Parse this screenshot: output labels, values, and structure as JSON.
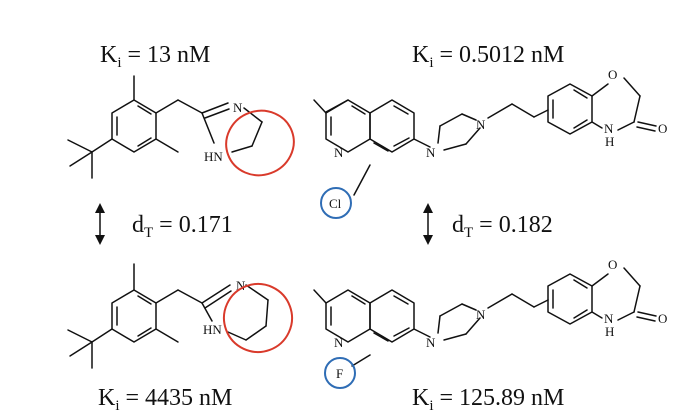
{
  "top_left_ki": {
    "symbol": "K",
    "sub": "i",
    "rest": " = 13 nM"
  },
  "bottom_left_ki": {
    "symbol": "K",
    "sub": "i",
    "rest": " = 4435 nM"
  },
  "top_right_ki": {
    "symbol": "K",
    "sub": "i",
    "rest": " = 0.5012 nM"
  },
  "bottom_right_ki": {
    "symbol": "K",
    "sub": "i",
    "rest": " = 125.89 nM"
  },
  "left_dt": {
    "symbol": "d",
    "sub": "T",
    "rest": " = 0.171"
  },
  "right_dt": {
    "symbol": "d",
    "sub": "T",
    "rest": " = 0.182"
  },
  "atoms": {
    "n": "N",
    "hn": "HN",
    "o": "O",
    "h": "H",
    "cl": "Cl",
    "f": "F"
  },
  "colors": {
    "highlight_red": "#d93a2b",
    "highlight_blue": "#2f6db5",
    "ink": "#111111"
  }
}
